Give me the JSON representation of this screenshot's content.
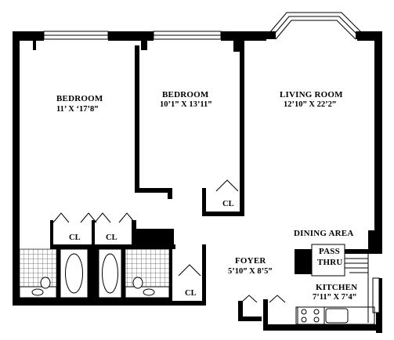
{
  "floorplan": {
    "rooms": {
      "bedroom1": {
        "name": "BEDROOM",
        "size": "11’ X ‘17’8”"
      },
      "bedroom2": {
        "name": "BEDROOM",
        "size": "10’1” X 13’11”"
      },
      "living": {
        "name": "LIVING ROOM",
        "size": "12’10” X 22’2”"
      },
      "dining": {
        "name": "DINING AREA"
      },
      "foyer": {
        "name": "FOYER",
        "size": "5’10” X 8’5”"
      },
      "kitchen": {
        "name": "KITCHEN",
        "size": "7’11” X 7’4”"
      },
      "pass_thru": {
        "line1": "PASS",
        "line2": "THRU"
      }
    },
    "closets": {
      "closet_bed2": "CL",
      "closet_bath1": "CL",
      "closet_bath2": "CL",
      "closet_foyer": "CL"
    },
    "colors": {
      "wall": "#000000",
      "tile": "#555555",
      "background": "#ffffff"
    }
  }
}
